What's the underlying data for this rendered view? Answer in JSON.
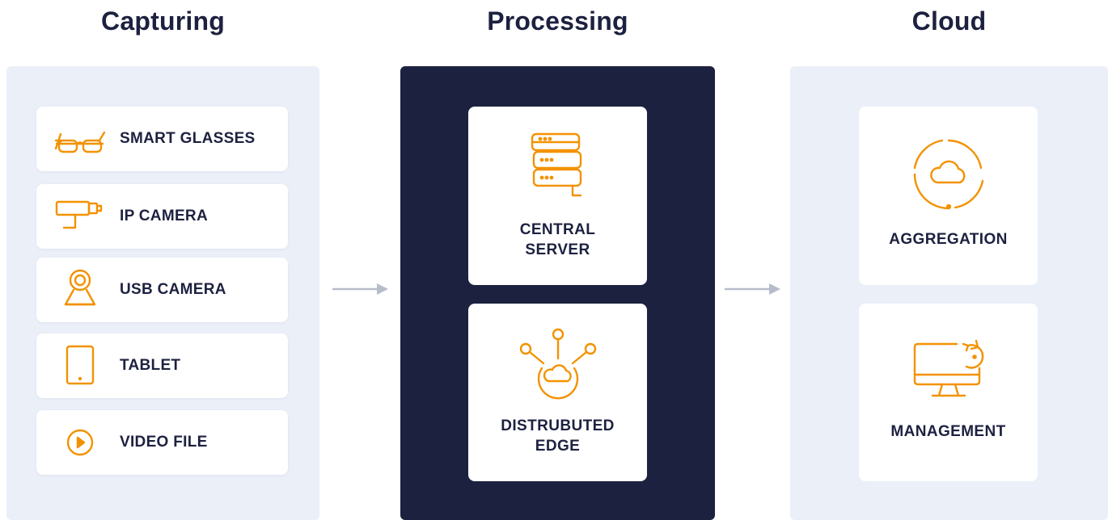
{
  "columns": {
    "capturing": {
      "title": "Capturing"
    },
    "processing": {
      "title": "Processing"
    },
    "cloud": {
      "title": "Cloud"
    }
  },
  "capturing_items": [
    {
      "label": "SMART GLASSES",
      "icon": "smart-glasses-icon"
    },
    {
      "label": "IP CAMERA",
      "icon": "ip-camera-icon"
    },
    {
      "label": "USB CAMERA",
      "icon": "webcam-icon"
    },
    {
      "label": "TABLET",
      "icon": "tablet-icon"
    },
    {
      "label": "VIDEO FILE",
      "icon": "play-icon"
    }
  ],
  "processing_items": [
    {
      "label": "CENTRAL\nSERVER",
      "icon": "server-stack-icon"
    },
    {
      "label": "DISTRUBUTED\nEDGE",
      "icon": "edge-network-icon"
    }
  ],
  "cloud_items": [
    {
      "label": "AGGREGATION",
      "icon": "cloud-sync-icon"
    },
    {
      "label": "MANAGEMENT",
      "icon": "monitor-refresh-icon"
    }
  ],
  "colors": {
    "navy": "#1d2140",
    "accent": "#f39200",
    "panel": "#ebeff8",
    "arrow": "#b7bccb"
  }
}
